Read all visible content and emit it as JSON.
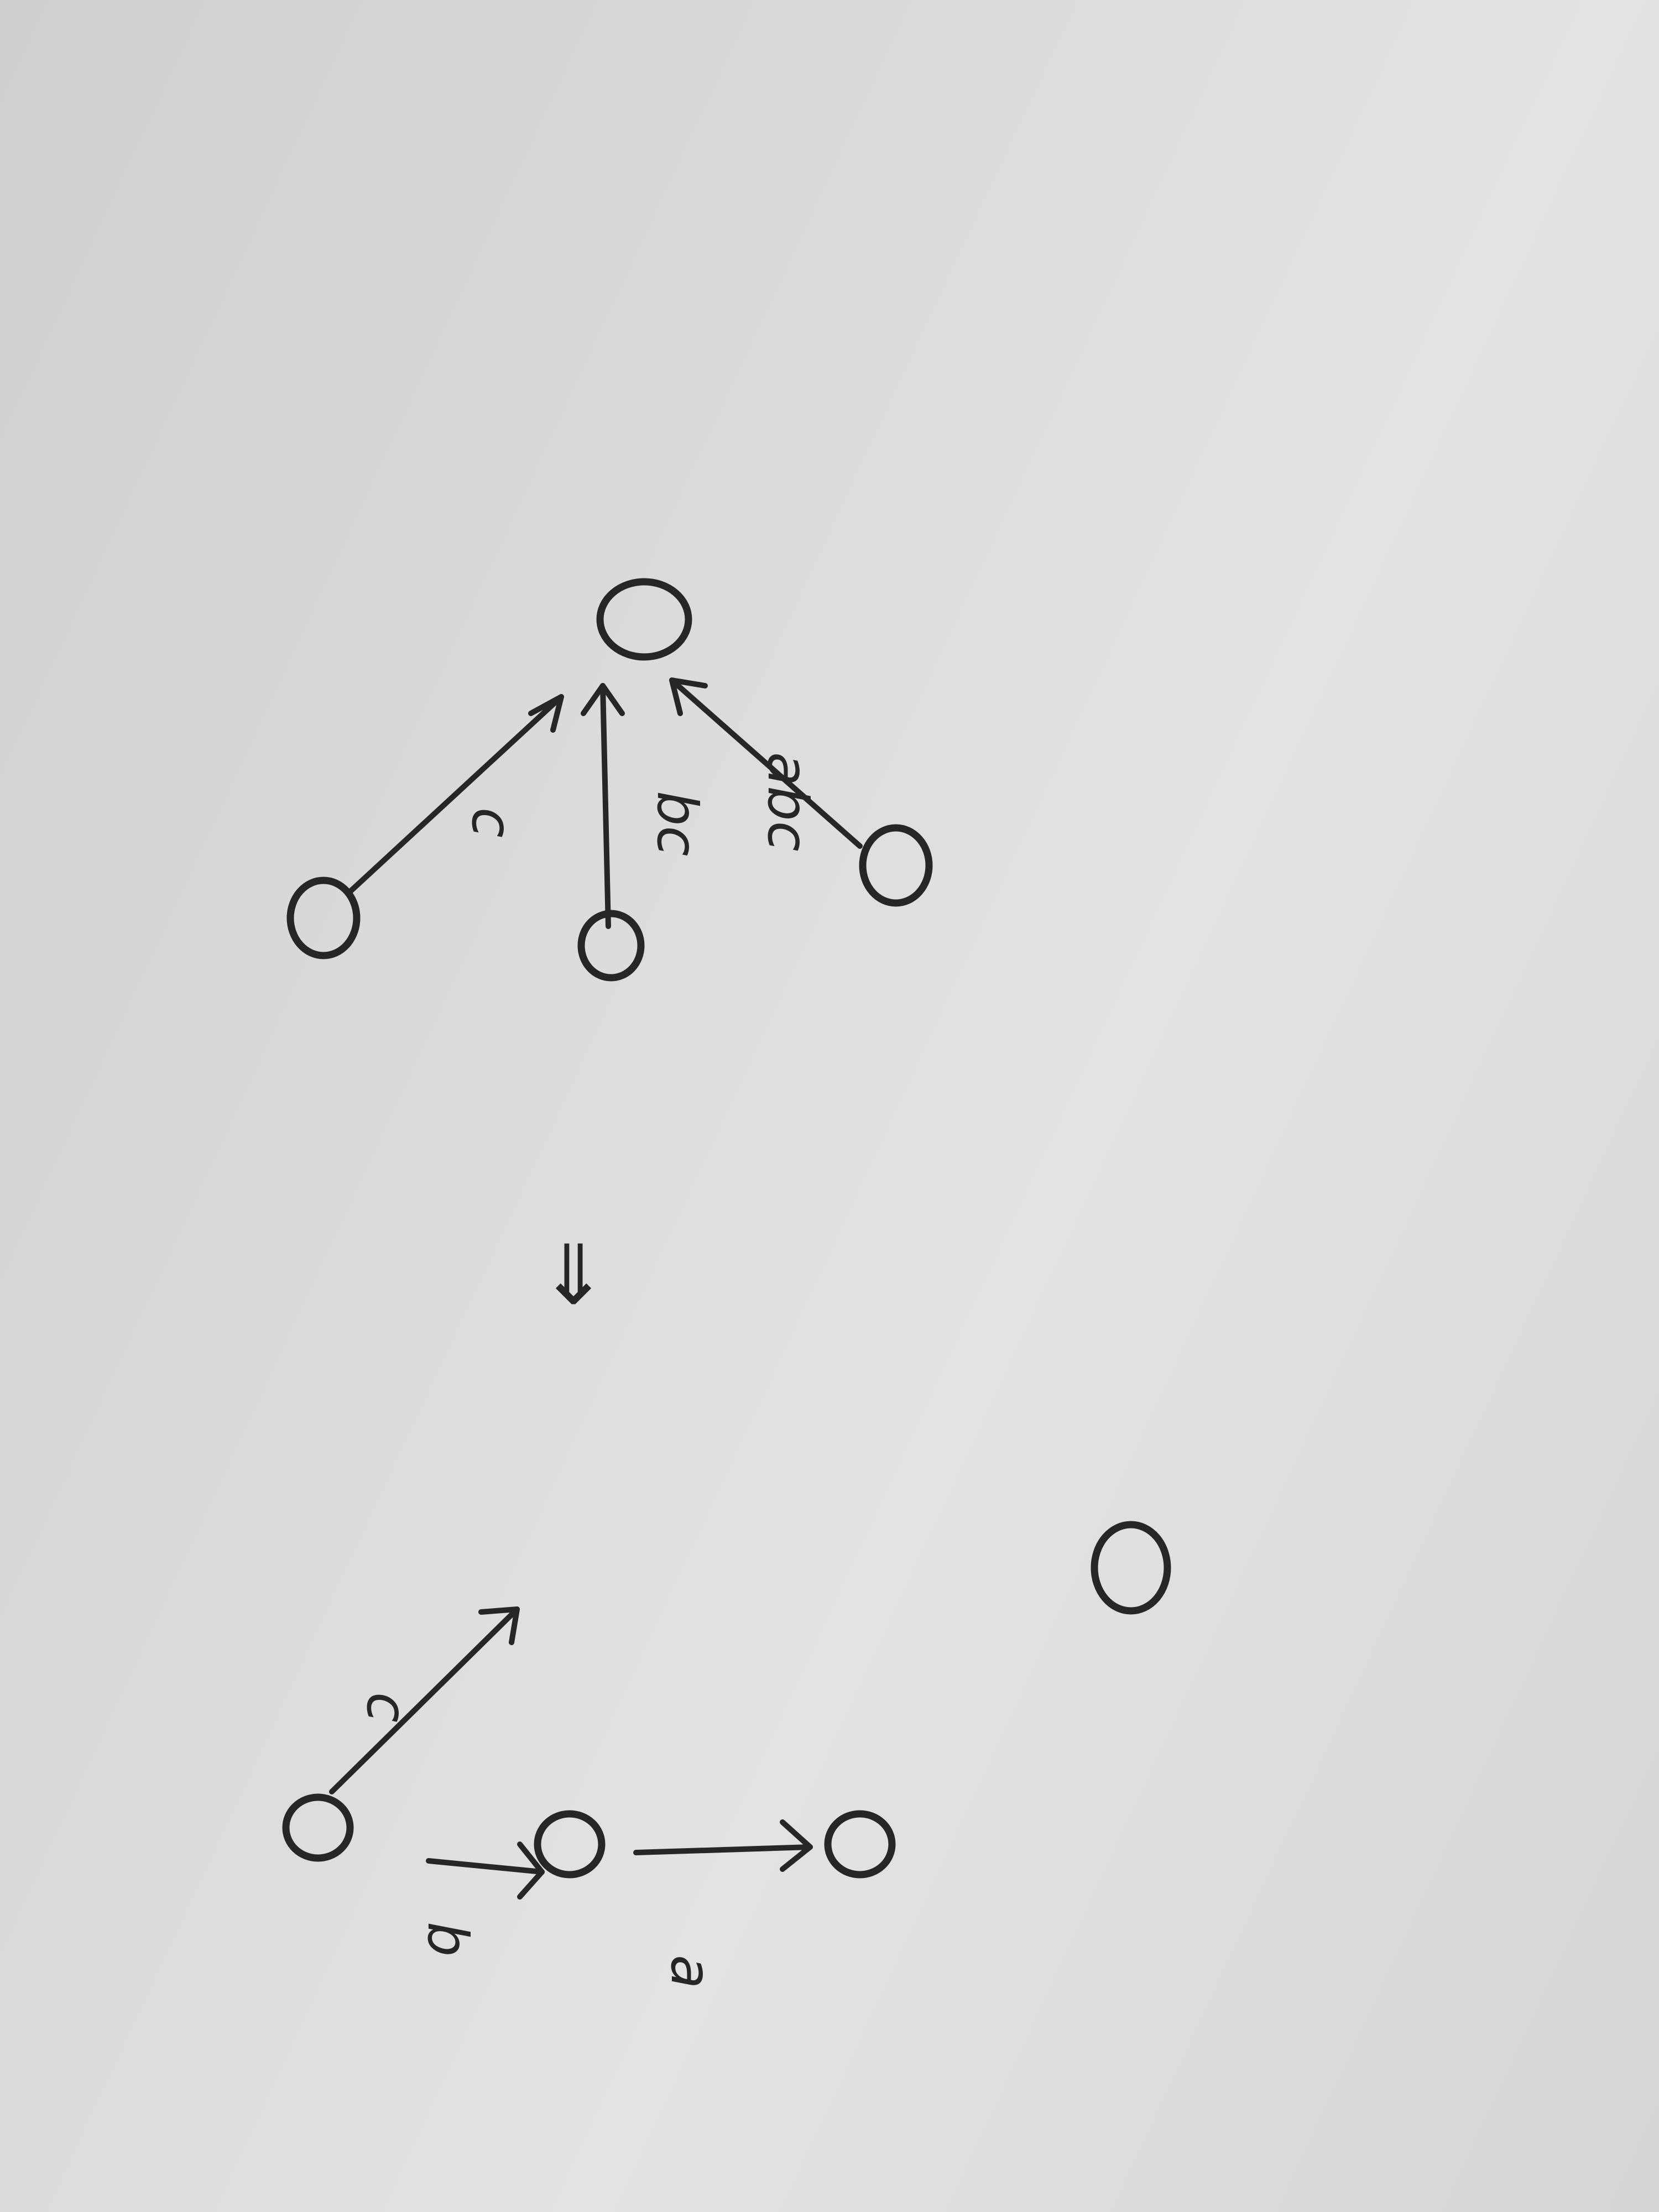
{
  "diagrams": {
    "before": {
      "edges": [
        {
          "label": "c"
        },
        {
          "label": "bc"
        },
        {
          "label": "abc"
        }
      ]
    },
    "implies": "⇒",
    "after": {
      "edges": [
        {
          "label": "c"
        },
        {
          "label": "b"
        },
        {
          "label": "a"
        }
      ]
    }
  }
}
